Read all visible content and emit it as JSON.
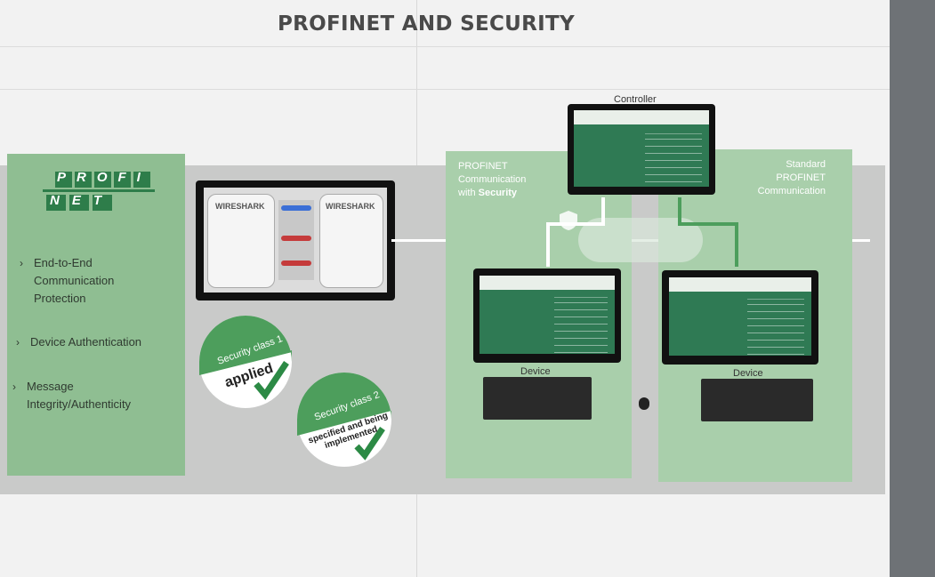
{
  "title": "PROFINET AND SECURITY",
  "logo": {
    "line1": "PROFI",
    "line2": "NET"
  },
  "features": [
    {
      "line1": "End-to-End",
      "line2": "Communication",
      "line3": "Protection"
    },
    {
      "line1": "Device Authentication"
    },
    {
      "line1": "Message",
      "line2": "Integrity/Authenticity"
    }
  ],
  "wireshark": {
    "left": "WIRESHARK",
    "right": "WIRESHARK"
  },
  "badges": {
    "class1": {
      "title": "Security class 1",
      "status": "applied"
    },
    "class2": {
      "title": "Security class 2",
      "status": "specified and being implemented"
    }
  },
  "secure_panel": {
    "line1": "PROFINET",
    "line2": "Communication",
    "line3_prefix": "with ",
    "line3_bold": "Security"
  },
  "standard_panel": {
    "line1": "Standard",
    "line2": "PROFINET",
    "line3": "Communication"
  },
  "controller_label": "Controller",
  "device_labels": [
    "Device",
    "Device"
  ],
  "colors": {
    "panel_green": "#8fbe92",
    "screen_green": "#2f7a54",
    "title_gray": "#4a4a4a"
  }
}
